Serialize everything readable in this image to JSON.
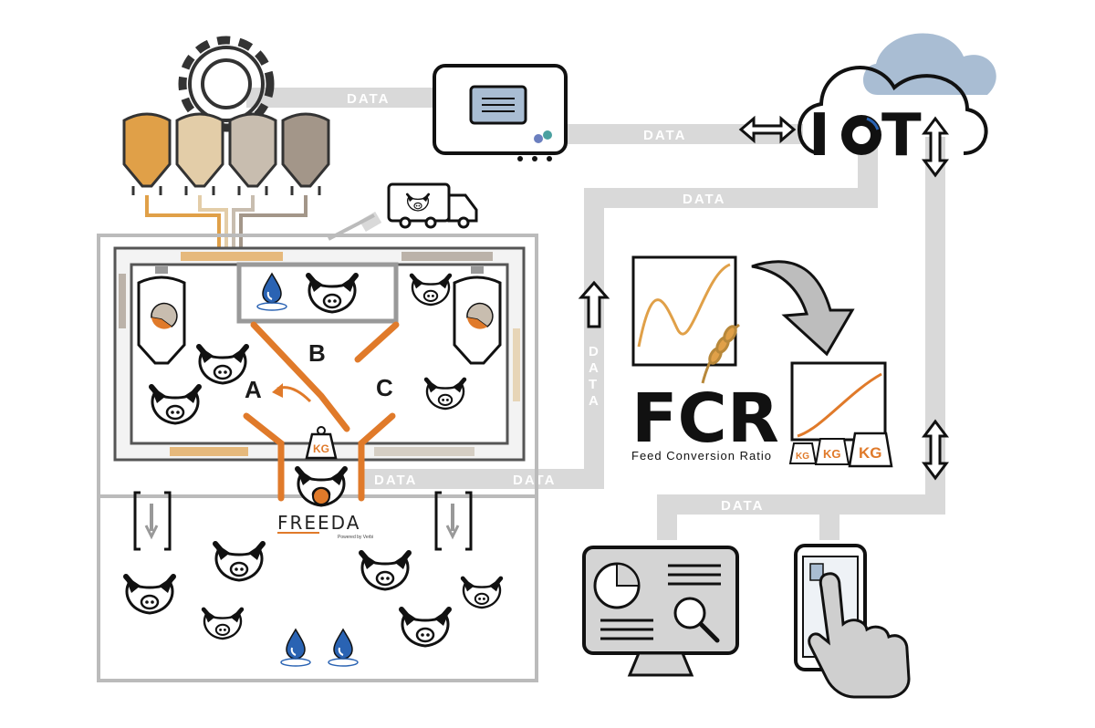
{
  "flow_label": "DATA",
  "flow_vertical_label": [
    "D",
    "A",
    "T",
    "A"
  ],
  "iot": {
    "left": "I",
    "right": "T"
  },
  "fcr": {
    "title": "FCR",
    "subtitle": "Feed Conversion Ratio"
  },
  "freeda": {
    "name": "FREEDA",
    "tagline": "Powered by Verbi"
  },
  "zones": {
    "a": "A",
    "b": "B",
    "c": "C"
  },
  "weight_label": "KG",
  "colors": {
    "orange": "#e07a2a",
    "gray_pipe": "#d9d9d9",
    "outline": "#1a1a1a",
    "cloud_blue": "#a9bdd3",
    "water_blue": "#2a63b3",
    "silo_1": "#e0a048",
    "silo_2": "#e3cda8",
    "silo_3": "#c8bdaf",
    "silo_4": "#a39689"
  },
  "icons": [
    "gear-icon",
    "silo-icon",
    "controller-icon",
    "cloud-icon",
    "wifi-icon",
    "truck-icon",
    "pig-icon",
    "water-drop-icon",
    "scale-weight-icon",
    "chart-icon",
    "wheat-icon",
    "monitor-icon",
    "smartphone-icon",
    "hand-pointer-icon",
    "arrow-icon"
  ]
}
